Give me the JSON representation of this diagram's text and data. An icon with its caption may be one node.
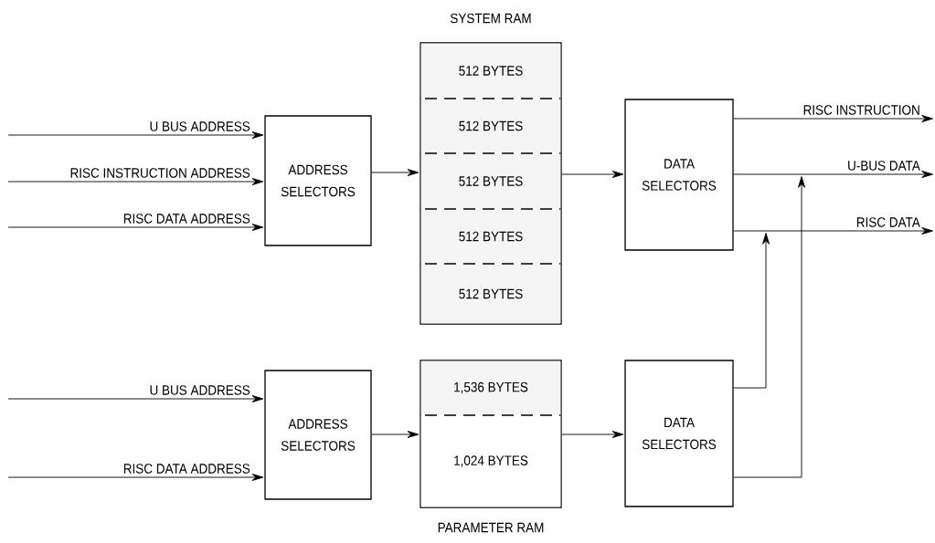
{
  "diagram": {
    "nodes": [
      {
        "text": [
          "ADDRESS SELECTORS"
        ]
      },
      {
        "text": [
          "SYSTEM RAM"
        ]
      },
      {
        "text": [
          "512 BYTES"
        ],
        "in": 1
      },
      {
        "text": [
          "512 BYTES"
        ],
        "in": 1
      },
      {
        "text": [
          "512 BYTES"
        ],
        "in": 1
      },
      {
        "text": [
          "512 BYTES"
        ],
        "in": 1
      },
      {
        "text": [
          "512 BYTES"
        ],
        "in": 1
      },
      {
        "text": [
          "DATA SELECTORS"
        ]
      },
      {
        "text": [
          "ADDRESS SELECTORS"
        ]
      },
      {
        "text": [
          "PARAMETER RAM"
        ]
      },
      {
        "text": [
          "1,536 BYTES"
        ],
        "in": 9
      },
      {
        "text": [
          "1,024 BYTES"
        ],
        "in": 9
      },
      {
        "text": [
          "DATA SELECTORS"
        ]
      }
    ],
    "edges": [
      {
        "from": null,
        "to": 0,
        "arrow": "to",
        "label": "U BUS ADDRESS"
      },
      {
        "from": null,
        "to": 0,
        "arrow": "to",
        "label": "RISC INSTRUCTION ADDRESS"
      },
      {
        "from": null,
        "to": 0,
        "arrow": "to",
        "label": "RISC DATA ADDRESS"
      },
      {
        "from": 0,
        "to": 1,
        "arrow": "to"
      },
      {
        "from": 1,
        "to": 7,
        "arrow": "to"
      },
      {
        "from": 7,
        "to": null,
        "arrow": "to",
        "label": "RISC INSTRUCTION"
      },
      {
        "from": 7,
        "to": null,
        "arrow": "to",
        "label": "U-BUS DATA"
      },
      {
        "from": 7,
        "to": null,
        "arrow": "to",
        "label": "RISC DATA"
      },
      {
        "from": null,
        "to": 8,
        "arrow": "to",
        "label": "U BUS ADDRESS"
      },
      {
        "from": null,
        "to": 8,
        "arrow": "to",
        "label": "RISC DATA ADDRESS"
      },
      {
        "from": 8,
        "to": 9,
        "arrow": "to"
      },
      {
        "from": 9,
        "to": 12,
        "arrow": "to"
      },
      {
        "from": 12,
        "to": null,
        "arrow": "to"
      },
      {
        "from": 12,
        "to": null,
        "arrow": "to"
      }
    ]
  }
}
